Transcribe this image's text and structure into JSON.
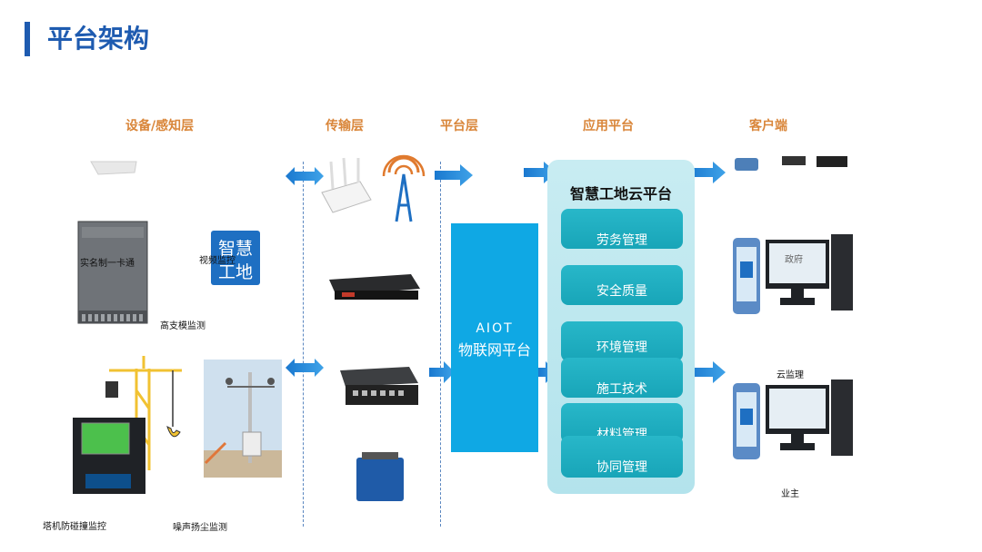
{
  "page": {
    "title": "平台架构"
  },
  "columns": [
    {
      "label": "设备/感知层"
    },
    {
      "label": "传输层"
    },
    {
      "label": "平台层"
    },
    {
      "label": "应用平台"
    },
    {
      "label": "客户端"
    }
  ],
  "devices": {
    "realname_card": "实名制一卡通",
    "video": "视频监控",
    "high_formwork": "高支模监测",
    "tower_crane": "塔机防碰撞监控",
    "noise_dust": "噪声扬尘监测",
    "logo_text": "智慧工地"
  },
  "platform": {
    "line1": "AIOT",
    "line2": "物联网平台"
  },
  "cloud": {
    "title": "智慧工地云平台",
    "modules": [
      "劳务管理",
      "安全质量",
      "环境管理",
      "施工技术",
      "材料管理",
      "协同管理"
    ]
  },
  "clients": {
    "gov": "政府",
    "cloud_supervision": "云监理",
    "owner": "业主"
  },
  "colors": {
    "title": "#1e5bb0",
    "column_heading": "#d9863a",
    "arrow": "#2e8fd8",
    "platform": "#0fa8e4",
    "module": "#1fafc1"
  }
}
